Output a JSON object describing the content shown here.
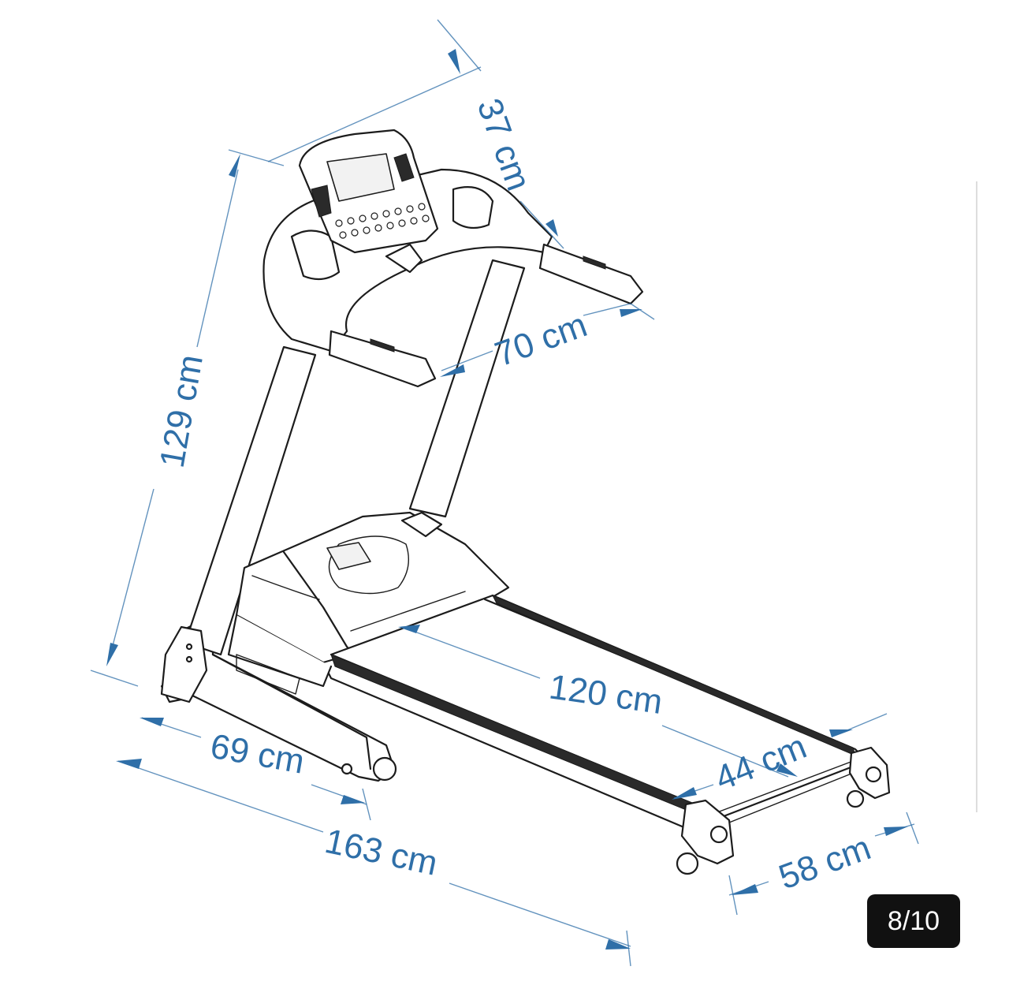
{
  "diagram": {
    "dimensions": [
      {
        "id": "console-depth",
        "label": "37 cm"
      },
      {
        "id": "height",
        "label": "129 cm"
      },
      {
        "id": "handrail-gap",
        "label": "70 cm"
      },
      {
        "id": "belt-length",
        "label": "120 cm"
      },
      {
        "id": "belt-width",
        "label": "44 cm"
      },
      {
        "id": "folded-length",
        "label": "69 cm"
      },
      {
        "id": "total-length",
        "label": "163 cm"
      },
      {
        "id": "total-width",
        "label": "58 cm"
      }
    ],
    "accent_color": "#2f6fa8"
  },
  "gallery": {
    "counter": "8/10"
  }
}
